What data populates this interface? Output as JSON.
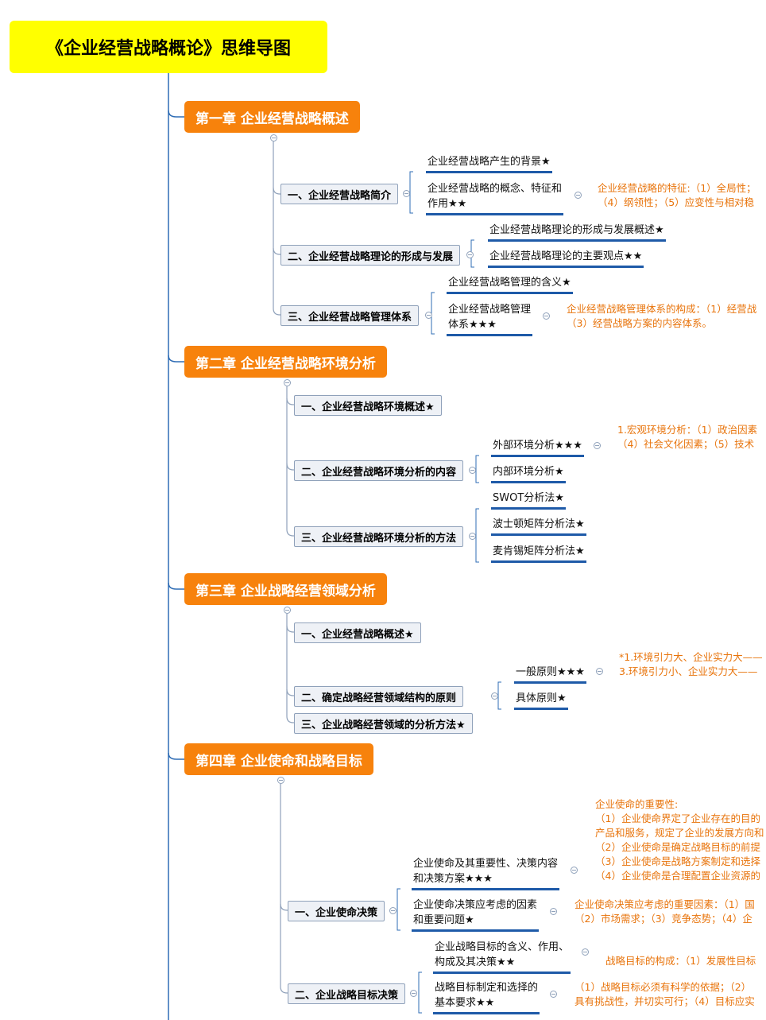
{
  "root": {
    "title": "《企业经营战略概论》思维导图"
  },
  "chapters": [
    {
      "title": "第一章  企业经营战略概述",
      "sections": [
        {
          "label": "一、企业经营战略简介",
          "topics": [
            {
              "lines": [
                "企业经营战略产生的背景★"
              ]
            },
            {
              "lines": [
                "企业经营战略的概念、特征和",
                "作用★★"
              ],
              "note": [
                "企业经营战略的特征:（1）全局性；",
                "（4）纲领性；（5）应变性与相对稳"
              ]
            }
          ]
        },
        {
          "label": "二、企业经营战略理论的形成与发展",
          "topics": [
            {
              "lines": [
                "企业经营战略理论的形成与发展概述★"
              ]
            },
            {
              "lines": [
                "企业经营战略理论的主要观点★★"
              ]
            }
          ]
        },
        {
          "label": "三、企业经营战略管理体系",
          "topics": [
            {
              "lines": [
                "企业经营战略管理的含义★"
              ]
            },
            {
              "lines": [
                "企业经营战略管理",
                "体系★★★"
              ],
              "note": [
                "企业经营战略管理体系的构成：（1）经营战",
                "（3）经营战略方案的内容体系。"
              ]
            }
          ]
        }
      ]
    },
    {
      "title": "第二章  企业经营战略环境分析",
      "sections": [
        {
          "label": "一、企业经营战略环境概述★",
          "topics": []
        },
        {
          "label": "二、企业经营战略环境分析的内容",
          "topics": [
            {
              "lines": [
                "外部环境分析★★★"
              ],
              "note": [
                "1.宏观环境分析：（1）政治因素",
                "（4）社会文化因素；（5）技术"
              ]
            },
            {
              "lines": [
                "内部环境分析★"
              ]
            }
          ]
        },
        {
          "label": "三、企业经营战略环境分析的方法",
          "topics": [
            {
              "lines": [
                "SWOT分析法★"
              ]
            },
            {
              "lines": [
                "波士顿矩阵分析法★"
              ]
            },
            {
              "lines": [
                "麦肯锡矩阵分析法★"
              ]
            }
          ]
        }
      ]
    },
    {
      "title": "第三章  企业战略经营领域分析",
      "sections": [
        {
          "label": "一、企业经营战略概述★",
          "topics": []
        },
        {
          "label": "二、确定战略经营领域结构的原则",
          "topics": [
            {
              "lines": [
                "一般原则★★★"
              ],
              "note": [
                "*1.环境引力大、企业实力大——",
                "3.环境引力小、企业实力大——"
              ]
            },
            {
              "lines": [
                "具体原则★"
              ]
            }
          ]
        },
        {
          "label": "三、企业战略经营领域的分析方法★",
          "topics": []
        }
      ]
    },
    {
      "title": "第四章  企业使命和战略目标",
      "sections": [
        {
          "label": "一、企业使命决策",
          "topics": [
            {
              "lines": [
                "企业使命及其重要性、决策内容",
                "和决策方案★★★"
              ],
              "note": [
                "企业使命的重要性:",
                "（1）企业使命界定了企业存在的目的",
                "产品和服务，规定了企业的发展方向和",
                "（2）企业使命是确定战略目标的前提",
                "（3）企业使命是战略方案制定和选择",
                "（4）企业使命是合理配置企业资源的"
              ]
            },
            {
              "lines": [
                "企业使命决策应考虑的因素",
                "和重要问题★"
              ],
              "note": [
                "企业使命决策应考虑的重要因素：（1）国",
                "（2）市场需求；（3）竞争态势；（4）企"
              ]
            }
          ]
        },
        {
          "label": "二、企业战略目标决策",
          "topics": [
            {
              "lines": [
                "企业战略目标的含义、作用、",
                "构成及其决策★★"
              ],
              "note": [
                "战略目标的构成：（1）发展性目标"
              ]
            },
            {
              "lines": [
                "战略目标制定和选择的",
                "基本要求★★"
              ],
              "note": [
                "（1）战略目标必须有科学的依据；（2）",
                "具有挑战性，并切实可行；（4）目标应实"
              ]
            }
          ]
        }
      ]
    }
  ]
}
